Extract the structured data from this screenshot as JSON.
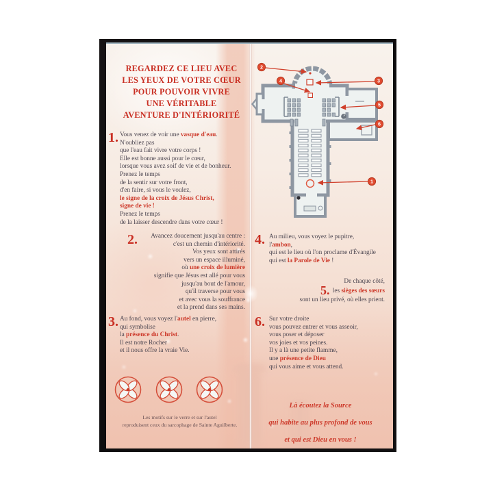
{
  "title": {
    "lines": [
      "REGARDEZ CE LIEU AVEC",
      "LES YEUX DE VOTRE CŒUR",
      "POUR POUVOIR VIVRE",
      "UNE VÉRITABLE",
      "AVENTURE D'INTÉRIORITÉ"
    ]
  },
  "sections": [
    {
      "number": "1.",
      "lines": [
        [
          {
            "t": "Vous venez de voir une "
          },
          {
            "t": "vasque d'eau",
            "red": 1
          },
          {
            "t": "."
          }
        ],
        [
          {
            "t": "N'oubliez pas"
          }
        ],
        [
          {
            "t": "que l'eau fait vivre votre corps !"
          }
        ],
        [
          {
            "t": "Elle est bonne aussi pour le cœur,"
          }
        ],
        [
          {
            "t": "lorsque vous avez soif de vie et de bonheur."
          }
        ],
        [
          {
            "t": "Prenez le temps"
          }
        ],
        [
          {
            "t": "de la sentir sur votre front,"
          }
        ],
        [
          {
            "t": "d'en faire, si vous le voulez,"
          }
        ],
        [
          {
            "t": "le signe de la croix de Jésus Christ,",
            "red": 1
          }
        ],
        [
          {
            "t": "signe de vie !",
            "red": 1
          }
        ],
        [
          {
            "t": "Prenez le temps"
          }
        ],
        [
          {
            "t": "de la laisser descendre dans votre cœur !"
          }
        ]
      ]
    },
    {
      "number": "2.",
      "lines": [
        [
          {
            "t": "Avancez doucement jusqu'au centre :"
          }
        ],
        [
          {
            "t": "c'est un chemin d'intériorité."
          }
        ],
        [
          {
            "t": "Vos yeux sont attirés"
          }
        ],
        [
          {
            "t": "vers un espace illuminé,"
          }
        ],
        [
          {
            "t": "où "
          },
          {
            "t": "une croix de lumière",
            "red": 1
          }
        ],
        [
          {
            "t": "signifie que Jésus est allé pour vous"
          }
        ],
        [
          {
            "t": "jusqu'au bout de l'amour,"
          }
        ],
        [
          {
            "t": "qu'il traverse pour vous"
          }
        ],
        [
          {
            "t": "et avec vous la souffrance"
          }
        ],
        [
          {
            "t": "et la prend dans ses mains."
          }
        ]
      ]
    },
    {
      "number": "3.",
      "lines": [
        [
          {
            "t": "Au fond, vous voyez l'"
          },
          {
            "t": "autel",
            "red": 1
          },
          {
            "t": " en pierre,"
          }
        ],
        [
          {
            "t": "qui symbolise"
          }
        ],
        [
          {
            "t": "la "
          },
          {
            "t": "présence du Christ",
            "red": 1
          },
          {
            "t": "."
          }
        ],
        [
          {
            "t": "Il est notre Rocher"
          }
        ],
        [
          {
            "t": "et il nous offre la vraie Vie."
          }
        ]
      ]
    },
    {
      "number": "4.",
      "lines": [
        [
          {
            "t": "Au milieu, vous voyez le pupitre,"
          }
        ],
        [
          {
            "t": "l'"
          },
          {
            "t": "ambon",
            "red": 1
          },
          {
            "t": ","
          }
        ],
        [
          {
            "t": "qui est le lieu où l'on proclame d'Évangile"
          }
        ],
        [
          {
            "t": "qui est "
          },
          {
            "t": "la Parole de Vie",
            "red": 1
          },
          {
            "t": " !"
          }
        ]
      ]
    },
    {
      "number": "",
      "lines": [
        [
          {
            "t": "De chaque côté,"
          }
        ],
        [
          {
            "t": "5.",
            "num": 1
          },
          {
            "t": " les "
          },
          {
            "t": "sièges des sœurs",
            "red": 1
          }
        ],
        [
          {
            "t": "sont un lieu privé, où elles prient."
          }
        ]
      ]
    },
    {
      "number": "6.",
      "lines": [
        [
          {
            "t": "Sur votre droite"
          }
        ],
        [
          {
            "t": "vous pouvez entrer et vous asseoir,"
          }
        ],
        [
          {
            "t": "vous poser et déposer"
          }
        ],
        [
          {
            "t": "vos joies et vos peines."
          }
        ],
        [
          {
            "t": "Il y a là une petite flamme,"
          }
        ],
        [
          {
            "t": "une "
          },
          {
            "t": "présence de Dieu",
            "red": 1
          }
        ],
        [
          {
            "t": "qui vous aime et vous attend."
          }
        ]
      ]
    }
  ],
  "motifs": {
    "caption_lines": [
      "Les motifs sur le verre et sur l'autel",
      "reproduisent ceux du sarcophage de Sainte Aguilberte."
    ]
  },
  "plan": {
    "markers": [
      "1",
      "2",
      "3",
      "4",
      "5",
      "6"
    ]
  },
  "finale": {
    "lines": [
      "Là écoutez la Source",
      "qui habite au plus profond de vous",
      "et qui est Dieu en vous !"
    ]
  },
  "colors": {
    "accent_red": "#cd3a2b",
    "title_red": "#c92f23",
    "body_text": "#4b4550",
    "marker_fill": "#e14b30",
    "plan_wall": "#8e97a2",
    "plan_floor": "#eef2f1",
    "photo_background": "#0d0c0d"
  }
}
